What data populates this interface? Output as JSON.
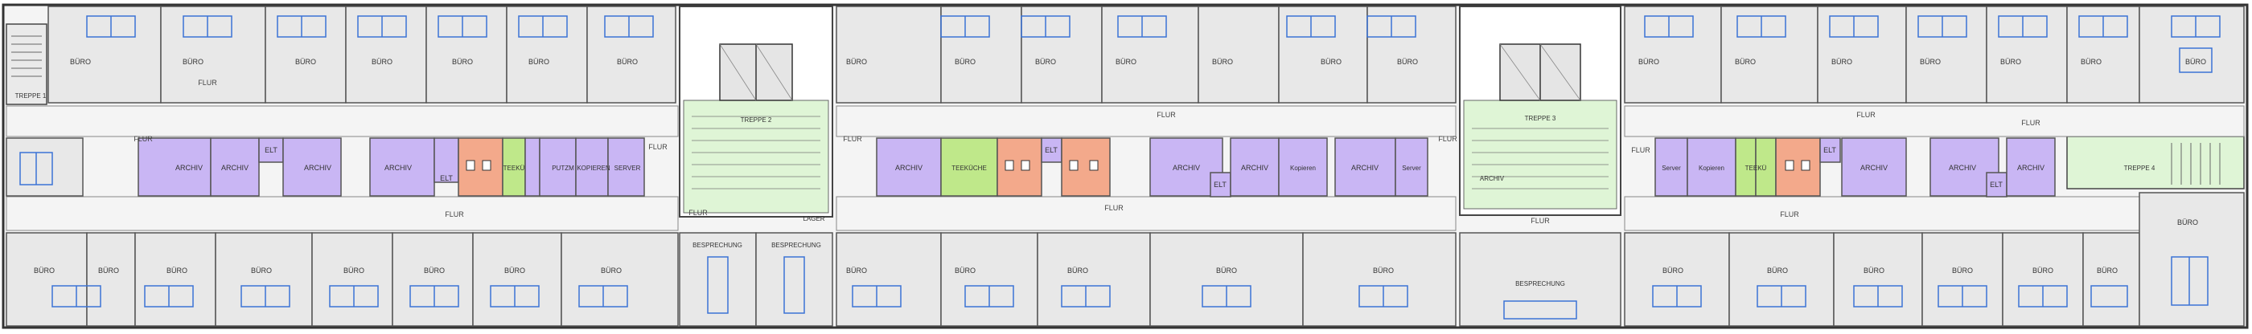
{
  "colors": {
    "archive": "#c9b6f4",
    "wc": "#f3a98b",
    "kitchen": "#bfe88a",
    "stair": "#dff5d6",
    "office": "#e9e9e9",
    "corridor": "#f2f2f2",
    "wall": "#3a3a3a",
    "furniture": "#3b73d6"
  },
  "labels": {
    "buero": "BÜRO",
    "flur": "FLUR",
    "archiv": "ARCHIV",
    "elt": "ELT",
    "teekue": "TEEKÜ",
    "putzm": "PUTZM",
    "kopieren_upper": "KOPIEREN",
    "kopieren": "Kopieren",
    "server_upper": "SERVER",
    "server": "Server",
    "teekueche": "TEEKÜCHE",
    "lager": "LAGER",
    "besprechung": "BESPRECHUNG",
    "treppe1": "TREPPE 1",
    "treppe2": "TREPPE 2",
    "treppe3": "TREPPE 3",
    "treppe4": "TREPPE 4"
  }
}
